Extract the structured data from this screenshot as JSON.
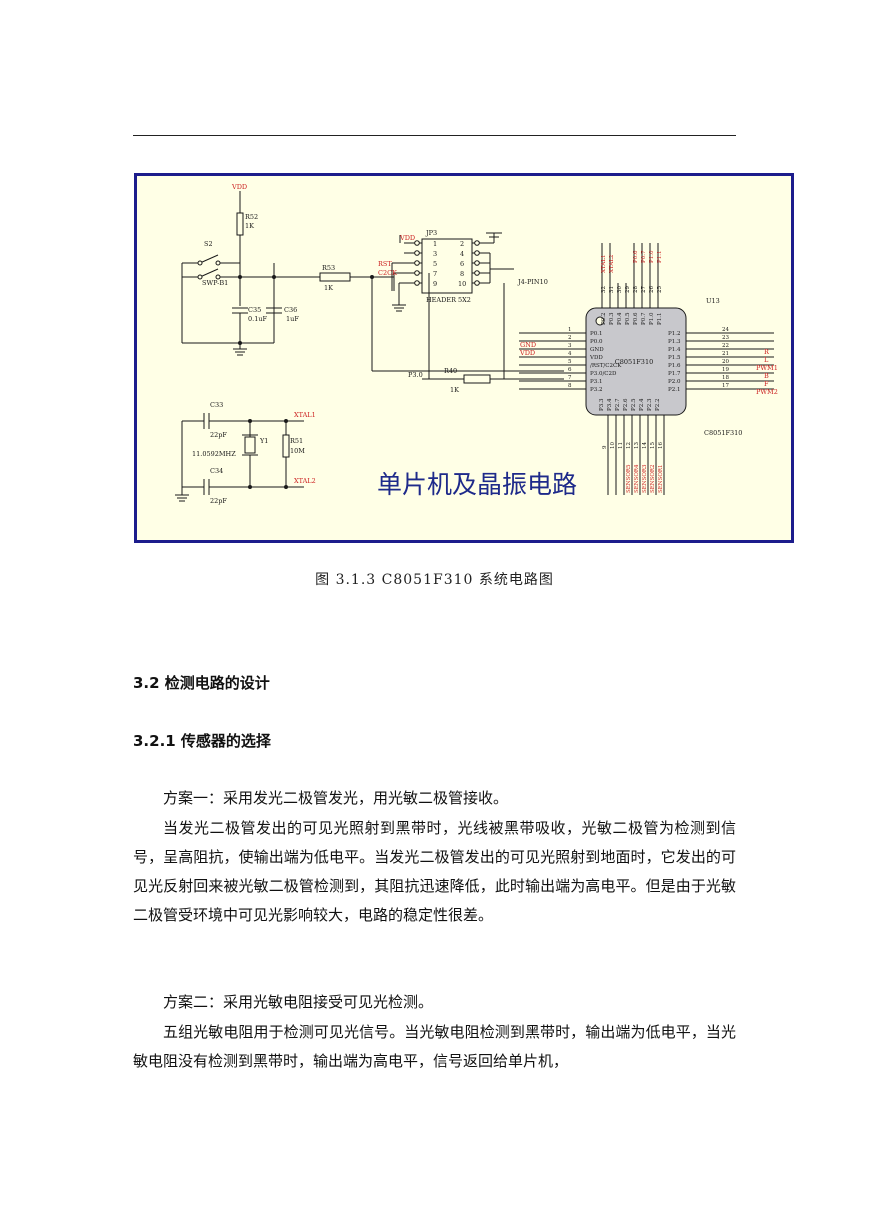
{
  "figure": {
    "overlay_title": "单片机及晶振电路",
    "labels": {
      "vdd": "VDD",
      "r52": "R52",
      "r52v": "1K",
      "s2": "S2",
      "swpb1": "SWP-B1",
      "c35": "C35",
      "c35v": "0.1uF",
      "c36": "C36",
      "c36v": "1uF",
      "r53": "R53",
      "r53v": "1K",
      "rst": "RST",
      "c2ck": "C2CK",
      "jp3": "JP3",
      "header": "HEADER 5X2",
      "j4pin10": "J4-PIN10",
      "p30": "P3.0",
      "r40": "R40",
      "r40v": "1K",
      "gnd": "GND",
      "c33": "C33",
      "c33v": "22pF",
      "c34": "C34",
      "c34v": "22pF",
      "y1": "Y1",
      "y1v": "11.0592MHZ",
      "r51": "R51",
      "r51v": "10M",
      "xtal1": "XTAL1",
      "xtal2": "XTAL2",
      "u13": "U13",
      "chip": "C8051F310",
      "chip2": "C8051F310",
      "r": "R",
      "l": "L",
      "pwm1": "PWM1",
      "b": "B",
      "f": "F",
      "pwm2": "PWM2"
    },
    "header_pins": [
      "1",
      "2",
      "3",
      "4",
      "5",
      "6",
      "7",
      "8",
      "9",
      "10"
    ],
    "chip_left_pins": [
      {
        "num": "1",
        "name": "P0.1"
      },
      {
        "num": "2",
        "name": "P0.0"
      },
      {
        "num": "3",
        "name": "GND"
      },
      {
        "num": "4",
        "name": "VDD"
      },
      {
        "num": "5",
        "name": "/RST/C2CK"
      },
      {
        "num": "6",
        "name": "P3.0/C2D"
      },
      {
        "num": "7",
        "name": "P3.1"
      },
      {
        "num": "8",
        "name": "P3.2"
      }
    ],
    "chip_right_pins": [
      {
        "num": "24",
        "name": "P1.2"
      },
      {
        "num": "23",
        "name": "P1.3"
      },
      {
        "num": "22",
        "name": "P1.4"
      },
      {
        "num": "21",
        "name": "P1.5"
      },
      {
        "num": "20",
        "name": "P1.6"
      },
      {
        "num": "19",
        "name": "P1.7"
      },
      {
        "num": "18",
        "name": "P2.0"
      },
      {
        "num": "17",
        "name": "P2.1"
      }
    ],
    "chip_top_pins": [
      {
        "num": "32",
        "name": "P0.2"
      },
      {
        "num": "31",
        "name": "P0.3"
      },
      {
        "num": "30",
        "name": "P0.4"
      },
      {
        "num": "29",
        "name": "P0.5"
      },
      {
        "num": "28",
        "name": "P0.6"
      },
      {
        "num": "27",
        "name": "P0.7"
      },
      {
        "num": "26",
        "name": "P1.0"
      },
      {
        "num": "25",
        "name": "P1.1"
      }
    ],
    "chip_top_nets": [
      "XTAL1",
      "XTAL2",
      "",
      "",
      "P0.6",
      "P0.7",
      "P1.0",
      "P1.1"
    ],
    "chip_bottom_pins": [
      {
        "num": "9",
        "name": "P3.3"
      },
      {
        "num": "10",
        "name": "P3.4"
      },
      {
        "num": "11",
        "name": "P2.7"
      },
      {
        "num": "12",
        "name": "P2.6"
      },
      {
        "num": "13",
        "name": "P2.5"
      },
      {
        "num": "14",
        "name": "P2.4"
      },
      {
        "num": "15",
        "name": "P2.3"
      },
      {
        "num": "16",
        "name": "P2.2"
      }
    ],
    "chip_bottom_nets": [
      "",
      "",
      "",
      "SENSOR5",
      "SENSOR4",
      "SENSOR3",
      "SENSOR2",
      "SENSOR1"
    ]
  },
  "caption": "图 3.1.3   C8051F310 系统电路图",
  "heading1": "3.2 检测电路的设计",
  "heading2": "3.2.1 传感器的选择",
  "para1": "方案一：采用发光二极管发光，用光敏二极管接收。",
  "para2": "当发光二极管发出的可见光照射到黑带时，光线被黑带吸收，光敏二极管为检测到信号，呈高阻抗，使输出端为低电平。当发光二极管发出的可见光照射到地面时，它发出的可见光反射回来被光敏二极管检测到，其阻抗迅速降低，此时输出端为高电平。但是由于光敏二极管受环境中可见光影响较大，电路的稳定性很差。",
  "para3": "方案二：采用光敏电阻接受可见光检测。",
  "para4": "五组光敏电阻用于检测可见光信号。当光敏电阻检测到黑带时，输出端为低电平，当光敏电阻没有检测到黑带时，输出端为高电平，信号返回给单片机，"
}
